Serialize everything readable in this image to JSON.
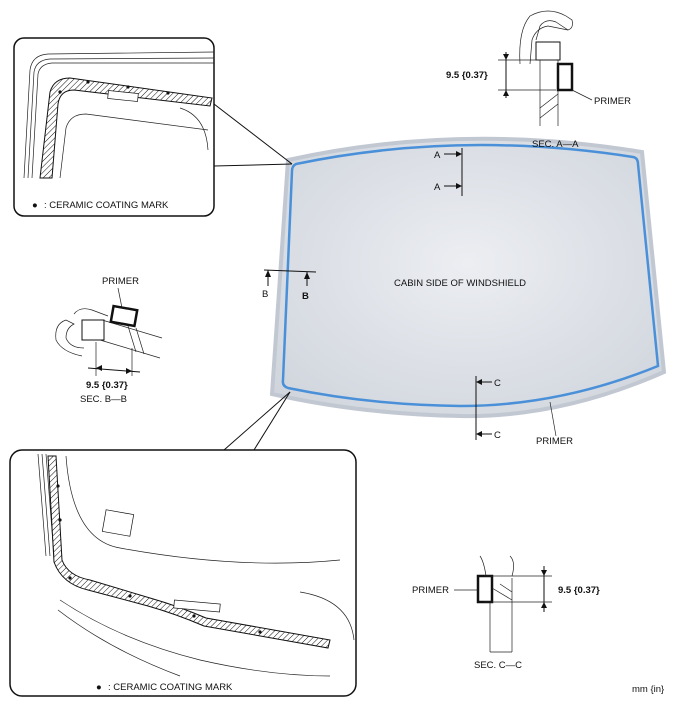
{
  "windshield": {
    "center_label": "CABIN SIDE OF WINDSHIELD",
    "primer_label": "PRIMER",
    "section_markers": {
      "a_top": "A",
      "a_bottom": "A",
      "b_left": "B",
      "b_right": "B",
      "c_top": "C",
      "c_bottom": "C"
    }
  },
  "detail_top": {
    "legend_symbol": "●",
    "legend_text": ": CERAMIC COATING MARK"
  },
  "detail_bottom": {
    "legend_symbol": "●",
    "legend_text": ": CERAMIC COATING MARK"
  },
  "section_a": {
    "title": "SEC. A—A",
    "dimension": "9.5 {0.37}",
    "primer_label": "PRIMER"
  },
  "section_b": {
    "title": "SEC. B—B",
    "dimension": "9.5 {0.37}",
    "primer_label": "PRIMER"
  },
  "section_c": {
    "title": "SEC. C—C",
    "dimension": "9.5 {0.37}",
    "primer_label": "PRIMER"
  },
  "units_label": "mm {in}",
  "colors": {
    "glass_fill": "#d9dde3",
    "glass_border": "#c2c8d2",
    "primer_line": "#4a90d9",
    "line": "#111111"
  }
}
